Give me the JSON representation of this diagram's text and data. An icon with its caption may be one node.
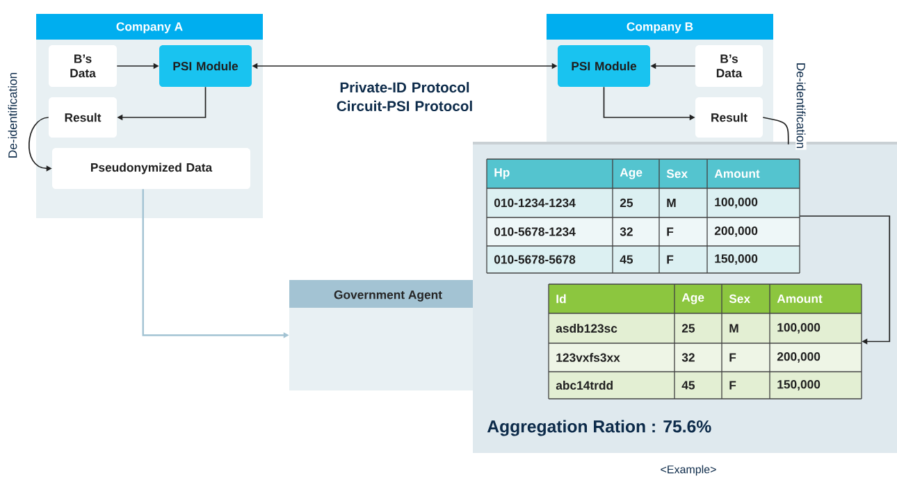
{
  "diagram": {
    "nodes": [
      {
        "text": [
          "Company A"
        ]
      },
      {
        "text": [
          "B’s Data"
        ],
        "in": 0
      },
      {
        "text": [
          "PSI Module"
        ],
        "in": 0
      },
      {
        "text": [
          "Result"
        ],
        "in": 0
      },
      {
        "text": [
          "Pseudonymized Data"
        ],
        "in": 0
      },
      {
        "text": [
          "Company B"
        ]
      },
      {
        "text": [
          "PSI Module"
        ],
        "in": 5
      },
      {
        "text": [
          "B’s Data"
        ],
        "in": 5
      },
      {
        "text": [
          "Result"
        ],
        "in": 5
      },
      {
        "text": [
          "Government Agent"
        ]
      },
      {
        "text": [
          "Aggregation Ration : 75.6%"
        ]
      },
      {
        "text": [
          "Hp",
          "Age",
          "Sex",
          "Amount",
          "010-1234-1234",
          "25",
          "M",
          "100,000",
          "010-5678-1234",
          "32",
          "F",
          "200,000",
          "010-5678-5678",
          "45",
          "F",
          "150,000"
        ],
        "in": 10
      },
      {
        "text": [
          "Id",
          "Age",
          "Sex",
          "Amount",
          "asdb123sc",
          "25",
          "M",
          "100,000",
          "123vxfs3xx",
          "32",
          "F",
          "200,000",
          "abc14trdd",
          "45",
          "F",
          "150,000"
        ],
        "in": 10
      }
    ],
    "edges": [
      {
        "from": 1,
        "to": 2,
        "arrow": "to"
      },
      {
        "from": 2,
        "to": 6,
        "arrow": "both",
        "label": "Private-ID Protocol Circuit-PSI Protocol"
      },
      {
        "from": 2,
        "to": 3,
        "arrow": "to"
      },
      {
        "from": 3,
        "to": 4,
        "arrow": "to",
        "label": "De-identification"
      },
      {
        "from": 7,
        "to": 6,
        "arrow": "to"
      },
      {
        "from": 6,
        "to": 8,
        "arrow": "to"
      },
      {
        "from": 8,
        "to": 10,
        "arrow": "none",
        "label": "De-identification"
      },
      {
        "from": 4,
        "to": 9,
        "arrow": "to",
        "color": "#a3c3d3"
      },
      {
        "from": 11,
        "to": 12,
        "arrow": "to"
      }
    ],
    "labels": [
      "<Example>"
    ]
  }
}
